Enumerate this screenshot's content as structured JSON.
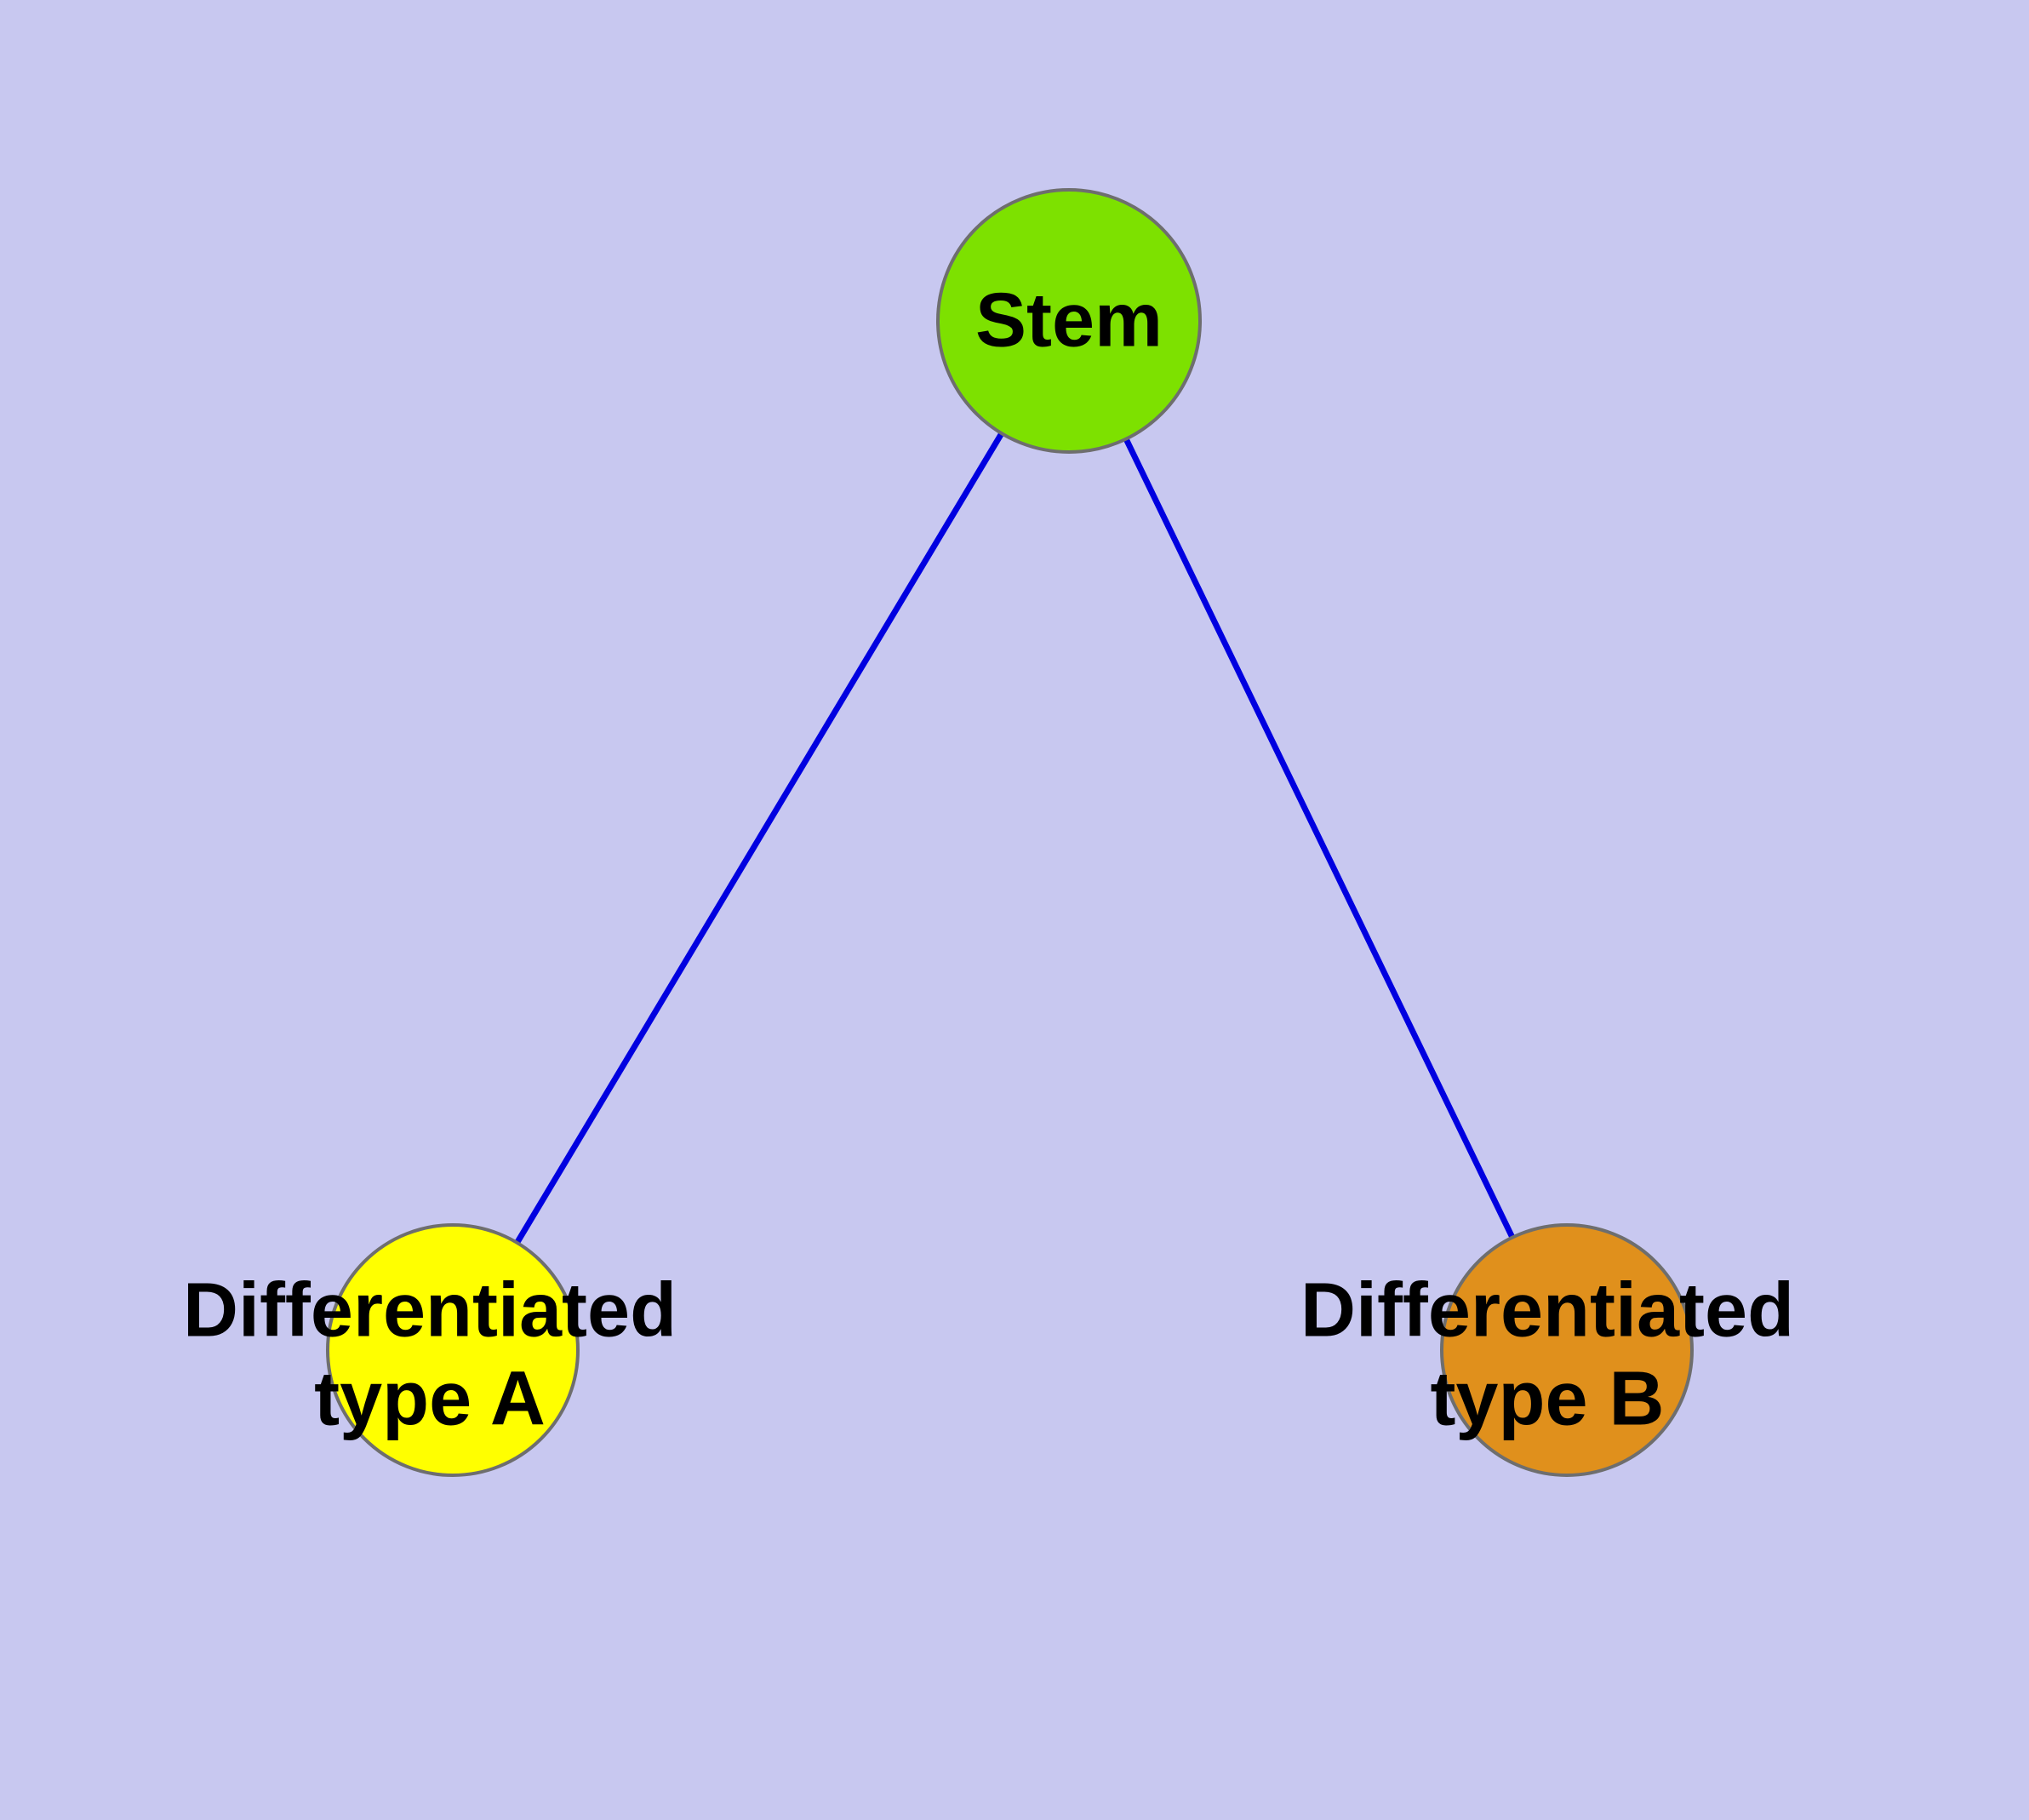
{
  "diagram": {
    "type": "graph",
    "description_nodes": [
      "Stem",
      "Differentiated type A",
      "Differentiated type B"
    ],
    "edges": [
      {
        "from": "Stem",
        "to": "Differentiated type A"
      },
      {
        "from": "Stem",
        "to": "Differentiated type B"
      }
    ]
  },
  "colors": {
    "background": "#c8c8f0",
    "edge": "#0000e0",
    "node_stroke": "#6e6e6e",
    "stem_fill": "#7de100",
    "type_a_fill": "#ffff00",
    "type_b_fill": "#e0901c",
    "label_text": "#000000"
  },
  "nodes": {
    "stem": {
      "label": "Stem"
    },
    "type_a": {
      "line1": "Differentiated",
      "line2": "type A"
    },
    "type_b": {
      "line1": "Differentiated",
      "line2": "type B"
    }
  }
}
